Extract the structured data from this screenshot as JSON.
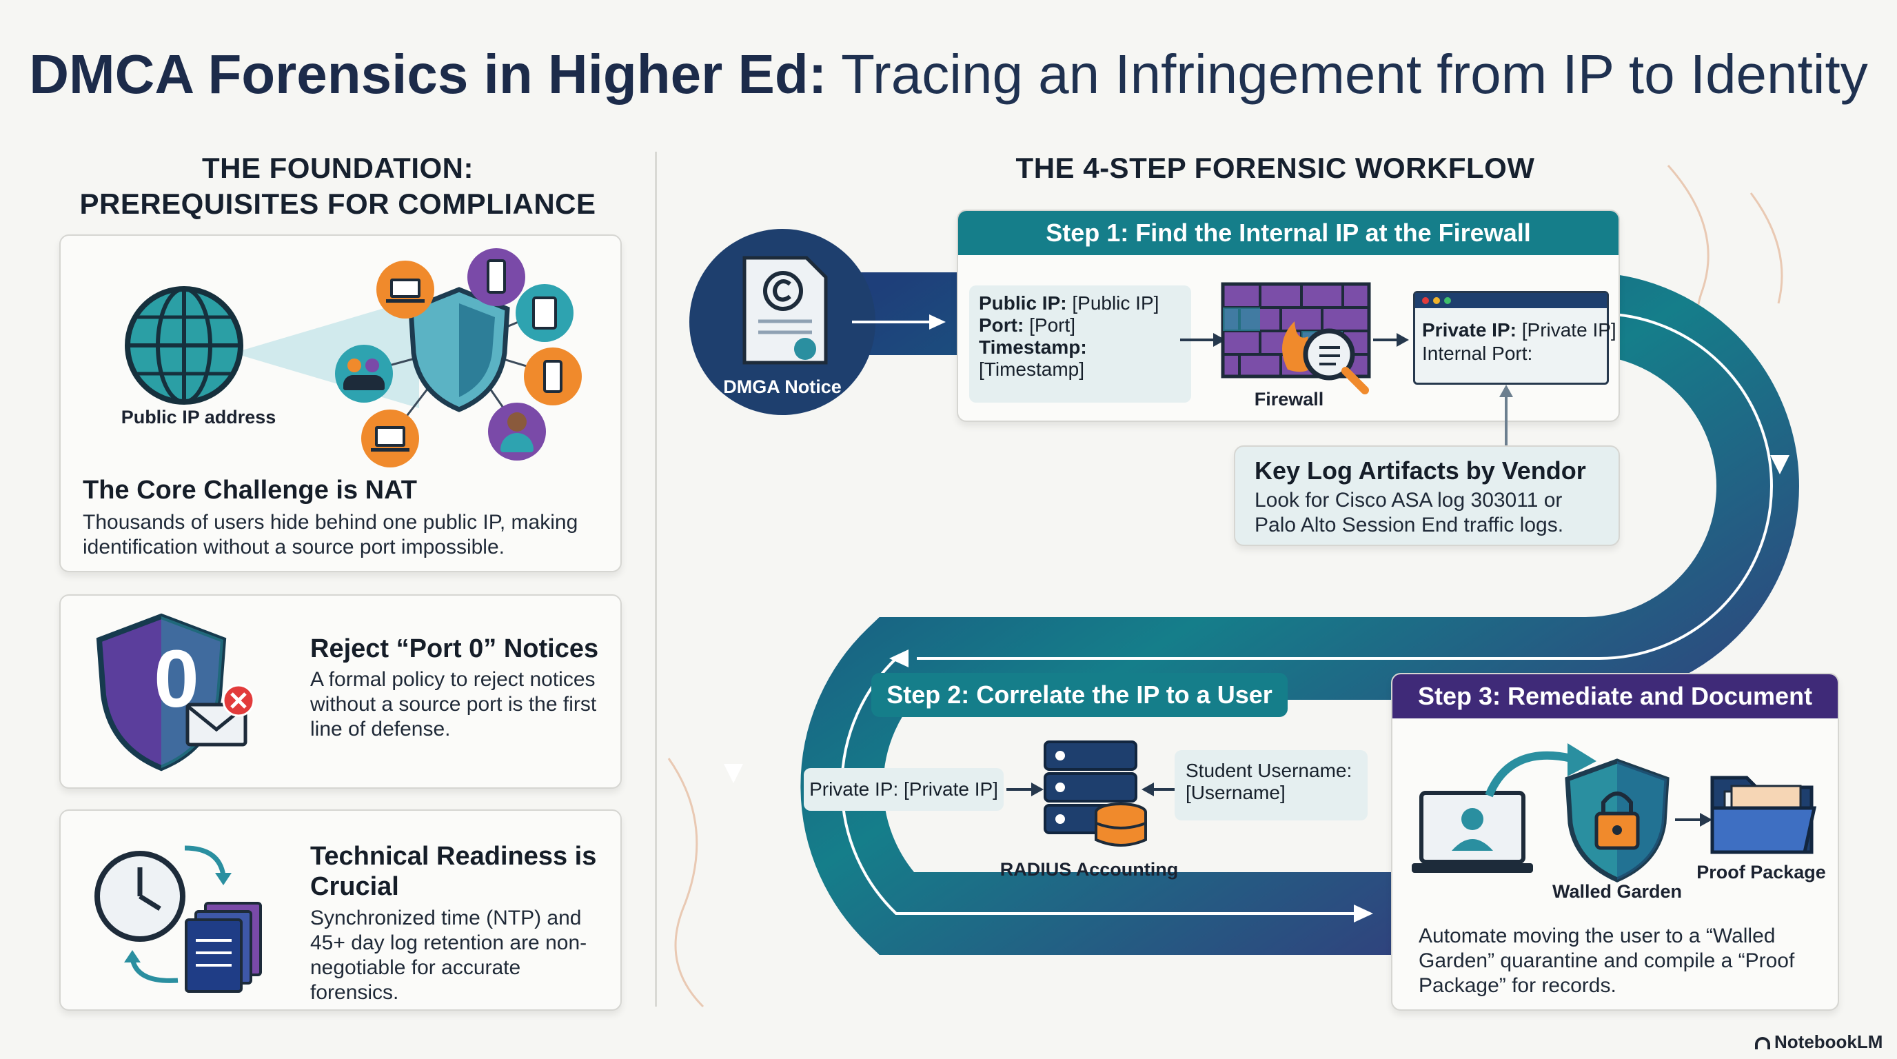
{
  "title": {
    "bold": "DMCA Forensics in Higher Ed:",
    "rest": "Tracing an Infringement from IP to Identity"
  },
  "foundation": {
    "heading_line1": "THE FOUNDATION:",
    "heading_line2": "PREREQUISITES FOR COMPLIANCE",
    "card1": {
      "globe_label": "Public IP address",
      "title": "The Core Challenge is NAT",
      "text": "Thousands of users hide behind one public IP, making identification without a source port impossible."
    },
    "card2": {
      "badge": "0",
      "title": "Reject “Port 0” Notices",
      "text": "A formal policy to reject notices without a source port is the first line of defense."
    },
    "card3": {
      "title": "Technical Readiness is Crucial",
      "text": "Synchronized time (NTP) and 45+ day log retention are non-negotiable for accurate forensics."
    }
  },
  "workflow": {
    "heading": "THE 4-STEP FORENSIC WORKFLOW",
    "notice_label": "DMGA Notice",
    "step1": {
      "header": "Step 1: Find the Internal IP at the Firewall",
      "public_ip_key": "Public IP:",
      "public_ip_val": "[Public IP]",
      "port_key": "Port:",
      "port_val": "[Port]",
      "timestamp_key": "Timestamp:",
      "timestamp_val": "[Timestamp]",
      "firewall_label": "Firewall",
      "private_ip_key": "Private IP:",
      "private_ip_val": "[Private IP]",
      "internal_port_key": "Internal Port:"
    },
    "artifacts": {
      "title": "Key Log Artifacts by Vendor",
      "text": "Look for Cisco ASA log 303011 or Palo Alto Session End traffic logs."
    },
    "step2": {
      "header": "Step 2: Correlate the IP to a User",
      "private_ip": "Private IP: [Private IP]",
      "username_line1": "Student Username:",
      "username_line2": "[Username]",
      "radius_label": "RADIUS Accounting"
    },
    "step3": {
      "header": "Step 3: Remediate and Document",
      "walled_label": "Walled Garden",
      "proof_label": "Proof Package",
      "text": "Automate moving the user to a “Walled Garden” quarantine and compile a “Proof Package” for records."
    }
  },
  "brand": "NotebookLM",
  "colors": {
    "navy": "#1c2b4a",
    "teal": "#157e8a",
    "purple": "#3f2a78",
    "orange": "#f08a2c",
    "red": "#e23b3b"
  }
}
